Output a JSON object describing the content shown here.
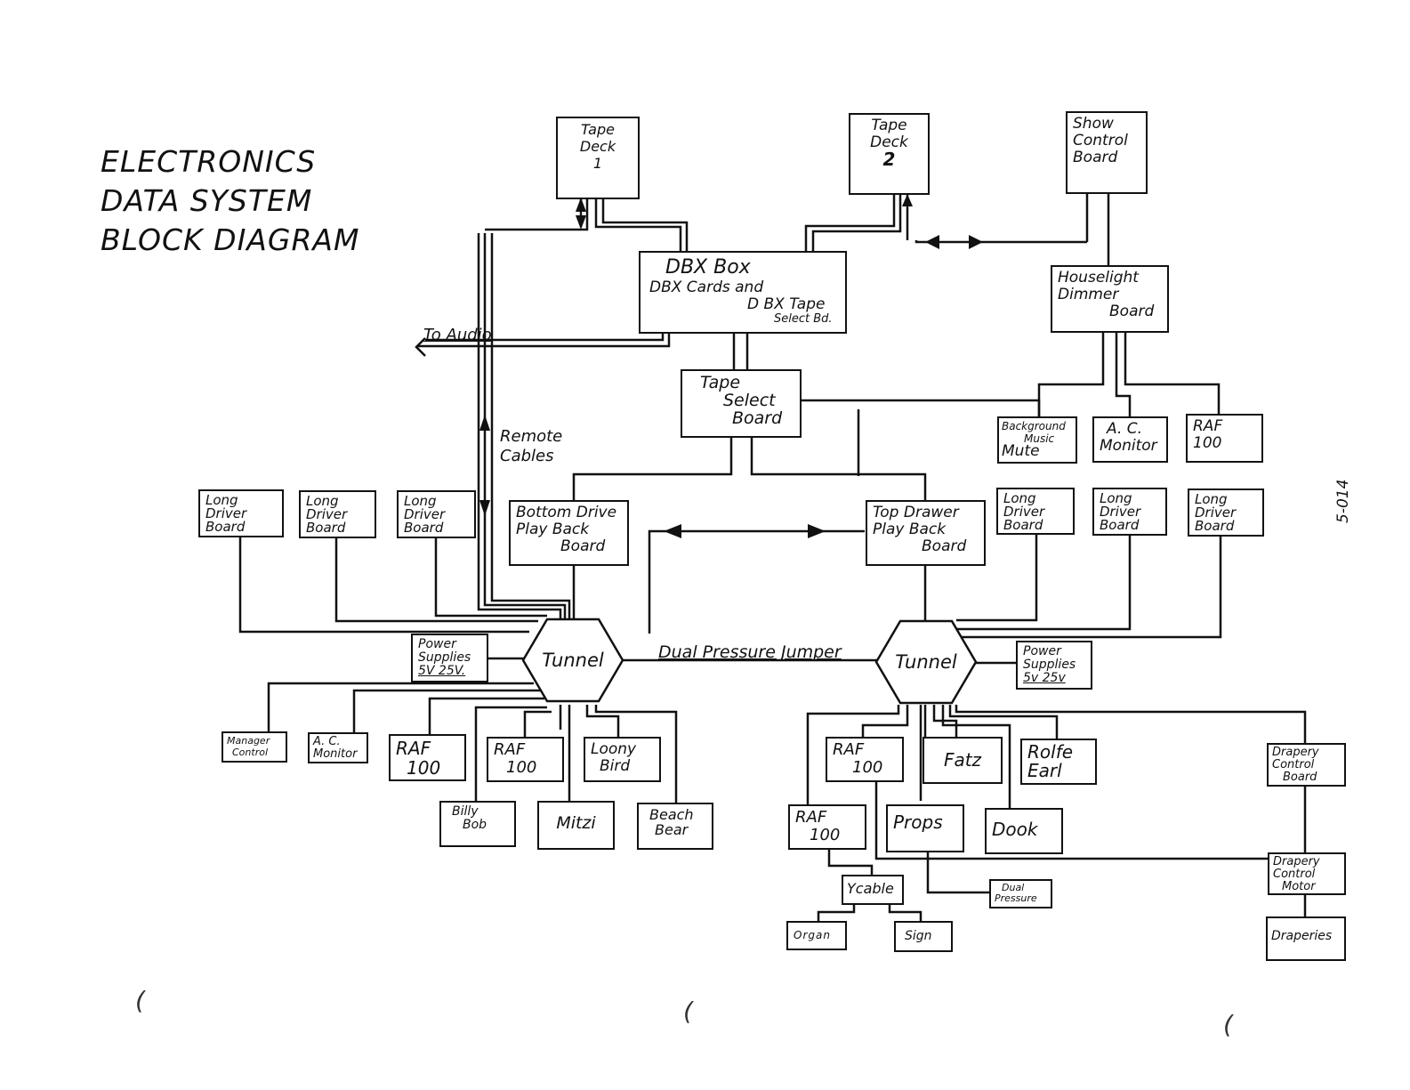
{
  "title": {
    "line1": "ELECTRONICS",
    "line2": "DATA SYSTEM",
    "line3": "BLOCK DIAGRAM"
  },
  "blocks": {
    "tape_deck_1": [
      "Tape",
      "Deck",
      "1"
    ],
    "tape_deck_2": [
      "Tape",
      "Deck",
      "2"
    ],
    "show_control": [
      "Show",
      "Control",
      "Board"
    ],
    "dbx_box": [
      "DBX Box",
      "DBX Cards and",
      "D BX Tape",
      "Select Bd."
    ],
    "houselight": [
      "Houselight",
      "Dimmer",
      "Board"
    ],
    "tape_select": [
      "Tape",
      "Select",
      "Board"
    ],
    "bg_music_mute": [
      "Background",
      "Music",
      "Mute"
    ],
    "ac_monitor_top": [
      "A. C.",
      "Monitor"
    ],
    "raf_top": [
      "RAF",
      "100"
    ],
    "ldb_1": [
      "Long",
      "Driver",
      "Board"
    ],
    "ldb_2": [
      "Long",
      "Driver",
      "Board"
    ],
    "ldb_3": [
      "Long",
      "Driver",
      "Board"
    ],
    "bottom_drive": [
      "Bottom Drive",
      "Play Back",
      "Board"
    ],
    "top_drawer": [
      "Top Drawer",
      "Play Back",
      "Board"
    ],
    "ldb_4": [
      "Long",
      "Driver",
      "Board"
    ],
    "ldb_5": [
      "Long",
      "Driver",
      "Board"
    ],
    "ldb_6": [
      "Long",
      "Driver",
      "Board"
    ],
    "power_left": [
      "Power",
      "Supplies",
      "5V 25V."
    ],
    "power_right": [
      "Power",
      "Supplies",
      "5v 25v"
    ],
    "manager_control": [
      "Manager",
      "Control"
    ],
    "ac_monitor_left": [
      "A. C.",
      "Monitor"
    ],
    "raf_l1": [
      "RAF",
      "100"
    ],
    "raf_l2": [
      "RAF",
      "100"
    ],
    "loony_bird": [
      "Loony",
      "Bird"
    ],
    "billy_bob": [
      "Billy",
      "Bob"
    ],
    "mitzi": [
      "Mitzi"
    ],
    "beach_bear": [
      "Beach",
      "Bear"
    ],
    "raf_r1": [
      "RAF",
      "100"
    ],
    "fatz": [
      "Fatz"
    ],
    "rolfe_earl": [
      "Rolfe",
      "Earl"
    ],
    "drapery_board": [
      "Drapery",
      "Control",
      "Board"
    ],
    "raf_r2": [
      "RAF",
      "100"
    ],
    "props": [
      "Props"
    ],
    "dook": [
      "Dook"
    ],
    "drapery_motor": [
      "Drapery",
      "Control",
      "Motor"
    ],
    "ycable": [
      "Ycable"
    ],
    "dual_pressure": [
      "Dual",
      "Pressure"
    ],
    "organ": [
      "Organ"
    ],
    "sign": [
      "Sign"
    ],
    "draperies": [
      "Draperies"
    ]
  },
  "hexes": {
    "tunnel_left": "Tunnel",
    "tunnel_right": "Tunnel"
  },
  "labels": {
    "to_audio": "To Audio",
    "remote_cables": [
      "Remote",
      "Cables"
    ],
    "dual_pressure_jumper": "Dual Pressure Jumper",
    "page_code": "5-014"
  }
}
